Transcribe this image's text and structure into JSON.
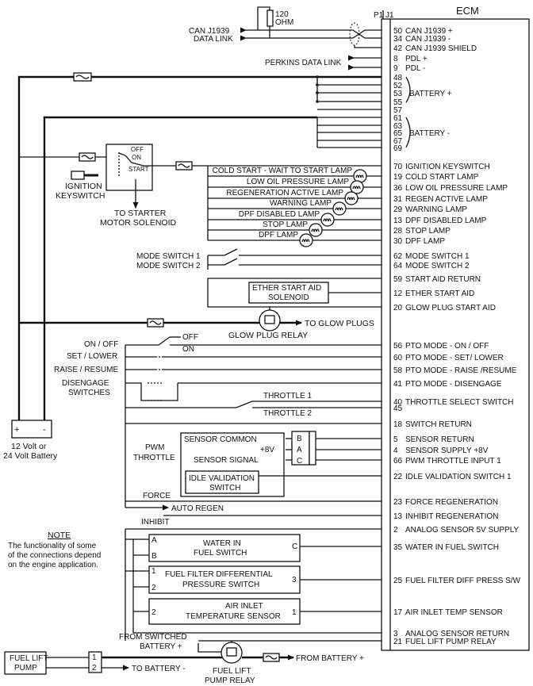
{
  "ecm": {
    "title": "ECM",
    "p1": "P1",
    "j1": "J1",
    "pins": [
      {
        "pin": "50",
        "label": "CAN J1939 +"
      },
      {
        "pin": "34",
        "label": "CAN J1939 -"
      },
      {
        "pin": "42",
        "label": "CAN J1939 SHIELD"
      },
      {
        "pin": "8",
        "label": "PDL +"
      },
      {
        "pin": "9",
        "label": "PDL -"
      },
      {
        "pin": "48",
        "label": ""
      },
      {
        "pin": "52",
        "label": ""
      },
      {
        "pin": "53",
        "label": "BATTERY +"
      },
      {
        "pin": "55",
        "label": ""
      },
      {
        "pin": "57",
        "label": ""
      },
      {
        "pin": "61",
        "label": ""
      },
      {
        "pin": "63",
        "label": ""
      },
      {
        "pin": "65",
        "label": "BATTERY -"
      },
      {
        "pin": "67",
        "label": ""
      },
      {
        "pin": "69",
        "label": ""
      },
      {
        "pin": "70",
        "label": "IGNITION KEYSWITCH"
      },
      {
        "pin": "19",
        "label": "COLD START LAMP"
      },
      {
        "pin": "36",
        "label": "LOW OIL PRESSURE LAMP"
      },
      {
        "pin": "31",
        "label": "REGEN ACTIVE LAMP"
      },
      {
        "pin": "29",
        "label": "WARNING LAMP"
      },
      {
        "pin": "13",
        "label": "DPF DISABLED LAMP"
      },
      {
        "pin": "28",
        "label": "STOP LAMP"
      },
      {
        "pin": "30",
        "label": "DPF LAMP"
      },
      {
        "pin": "62",
        "label": "MODE SWITCH 1"
      },
      {
        "pin": "64",
        "label": "MODE SWITCH 2"
      },
      {
        "pin": "59",
        "label": "START AID RETURN"
      },
      {
        "pin": "12",
        "label": "ETHER START AID"
      },
      {
        "pin": "20",
        "label": "GLOW PLUG START AID"
      },
      {
        "pin": "56",
        "label": "PTO MODE - ON / OFF"
      },
      {
        "pin": "60",
        "label": "PTO MODE  - SET/ LOWER"
      },
      {
        "pin": "58",
        "label": "PTO MODE - RAISE /RESUME"
      },
      {
        "pin": "41",
        "label": "PTO MODE - DISENGAGE"
      },
      {
        "pin": "40",
        "label": "THROTTLE SELECT SWITCH"
      },
      {
        "pin": "45",
        "label": ""
      },
      {
        "pin": "18",
        "label": "SWITCH RETURN"
      },
      {
        "pin": "5",
        "label": "SENSOR RETURN"
      },
      {
        "pin": "4",
        "label": "SENSOR SUPPLY +8V"
      },
      {
        "pin": "66",
        "label": "PWM THROTTLE INPUT 1"
      },
      {
        "pin": "22",
        "label": "IDLE VALIDATION SWITCH 1"
      },
      {
        "pin": "23",
        "label": "FORCE REGENERATION"
      },
      {
        "pin": "13",
        "label": "INHIBIT REGENERATION"
      },
      {
        "pin": "2",
        "label": "ANALOG SENSOR 5V SUPPLY"
      },
      {
        "pin": "35",
        "label": "WATER IN FUEL SWITCH"
      },
      {
        "pin": "25",
        "label": "FUEL FILTER DIFF PRESS S/W"
      },
      {
        "pin": "17",
        "label": "AIR INLET TEMP SENSOR"
      },
      {
        "pin": "3",
        "label": "ANALOG SENSOR RETURN"
      },
      {
        "pin": "21",
        "label": "FUEL LIFT PUMP RELAY"
      }
    ]
  },
  "can": {
    "resistor_value": "120",
    "resistor_unit": "OHM",
    "can_label": "CAN J1939",
    "data_link": "DATA LINK",
    "perkins": "PERKINS DATA LINK"
  },
  "battery": {
    "line1": "12 Volt or",
    "line2": "24 Volt Battery",
    "plus": "+",
    "minus": "-"
  },
  "keyswitch": {
    "off": "OFF",
    "on": "ON",
    "start": "START",
    "label1": "IGNITION",
    "label2": "KEYSWITCH",
    "starter1": "TO STARTER",
    "starter2": "MOTOR SOLENOID"
  },
  "lamps": [
    "COLD START  - WAIT TO START LAMP",
    "LOW OIL PRESSURE LAMP",
    "REGENERATION ACTIVE LAMP",
    "WARNING LAMP",
    "DPF DISABLED LAMP",
    "STOP LAMP",
    "DPF LAMP"
  ],
  "mode": {
    "s1": "MODE SWITCH 1",
    "s2": "MODE SWITCH 2"
  },
  "ether": {
    "l1": "ETHER START AID",
    "l2": "SOLENOID"
  },
  "glow": {
    "to": "TO GLOW PLUGS",
    "relay": "GLOW PLUG RELAY"
  },
  "pto": {
    "onoff": "ON / OFF",
    "off": "OFF",
    "on": "ON",
    "set": "SET / LOWER",
    "raise": "RAISE / RESUME",
    "dis1": "DISENGAGE",
    "dis2": "SWITCHES"
  },
  "throttle": {
    "t1": "THROTTLE 1",
    "t2": "THROTTLE 2"
  },
  "pwm": {
    "l1": "PWM",
    "l2": "THROTTLE",
    "common": "SENSOR COMMON",
    "v8": "+8V",
    "signal": "SENSOR SIGNAL",
    "idle1": "IDLE VALIDATION",
    "idle2": "SWITCH",
    "pa": "A",
    "pb": "B",
    "pc": "C"
  },
  "regen": {
    "force": "FORCE",
    "auto": "AUTO REGEN",
    "inhibit": "INHIBIT"
  },
  "note": {
    "title": "NOTE",
    "l1": "The functionality of some",
    "l2": "of the connections depend",
    "l3": "on the engine application."
  },
  "water": {
    "l1": "WATER IN",
    "l2": "FUEL SWITCH",
    "a": "A",
    "b": "B",
    "c": "C"
  },
  "ffd": {
    "l1": "FUEL FILTER DIFFERENTIAL",
    "l2": "PRESSURE SWITCH",
    "p1": "1",
    "p2": "2",
    "p3": "3"
  },
  "air": {
    "l1": "AIR INLET",
    "l2": "TEMPERATURE SENSOR",
    "p1": "1",
    "p2": "2"
  },
  "pump": {
    "l1": "FUEL LIFT",
    "l2": "PUMP",
    "p1": "1",
    "p2": "2",
    "sw1": "FROM SWITCHED",
    "sw2": "BATTERY +",
    "tobat": "TO BATTERY -",
    "frombat": "FROM BATTERY +",
    "relay1": "FUEL LIFT",
    "relay2": "PUMP RELAY"
  }
}
